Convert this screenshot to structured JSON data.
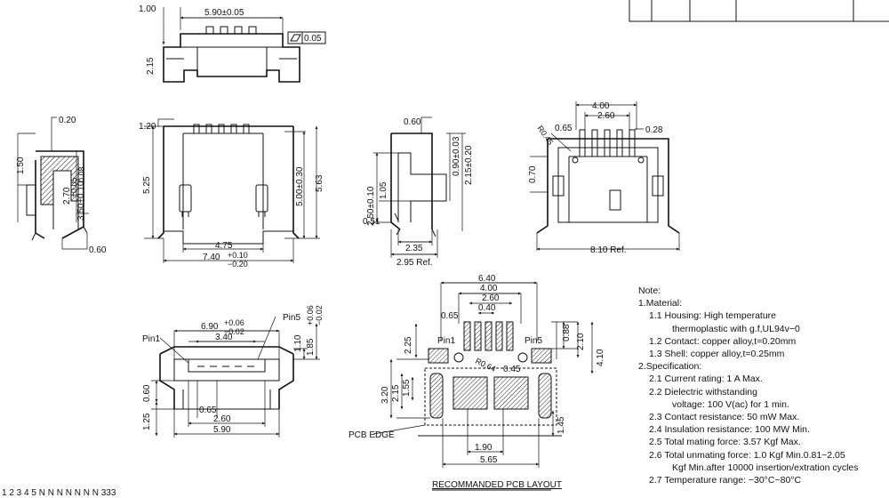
{
  "top_view": {
    "dims": [
      "1.00",
      "5.90±0.05",
      "2.15",
      "0.05"
    ]
  },
  "side_left_view": {
    "dims": [
      "0.20",
      "1.50",
      "2.70",
      "±0.05",
      "0.08",
      "3.50±0.10",
      "0.60"
    ]
  },
  "front_view": {
    "dims": [
      "1.20",
      "5.25",
      "5.00±0.30",
      "5.63",
      "4.75",
      "7.40",
      "+0.10",
      "−0.20"
    ]
  },
  "side_mid_view": {
    "dims": [
      "0.60",
      "2.50±0.10",
      "1.05",
      "0.51",
      "0.90±0.03",
      "2.15±0.20",
      "2.35",
      "2.95 Ref."
    ]
  },
  "rear_view": {
    "dims": [
      "4.00",
      "2.60",
      "0.65",
      "0.28",
      "R0.45",
      "0.70",
      "8.10 Ref."
    ]
  },
  "bottom_view": {
    "labels": [
      "Pin1",
      "Pin5"
    ],
    "dims": [
      "6.90",
      "+0.06",
      "−0.02",
      "3.40",
      "Pin5",
      "+0.06",
      "−0.02",
      "1.10",
      "1.85",
      "0.60",
      "0.65",
      "1.25",
      "2.60",
      "5.90"
    ]
  },
  "pcb_layout": {
    "labels": [
      "Pin1",
      "Pin5",
      "PCB EDGE"
    ],
    "title": "RECOMMANDED PCB LAYOUT",
    "dims": [
      "6.40",
      "4.00",
      "2.60",
      "0.40",
      "0.65",
      "2.25",
      "0.88",
      "2.10",
      "4.10",
      "R0.64",
      "0.45",
      "3.20",
      "2.15",
      "1.55",
      "1.45",
      "1.90",
      "5.65"
    ]
  },
  "footer_text": "1 2 3 4 5 N N N N N N N 333",
  "notes": {
    "heading": "Note:",
    "lines": [
      {
        "text": "1.Material:",
        "level": 0
      },
      {
        "text": "1.1  Housing: High temperature",
        "level": 1
      },
      {
        "text": "thermoplastic with g.f,UL94v−0",
        "level": 2
      },
      {
        "text": "1.2  Contact: copper alloy,t=0.20mm",
        "level": 1
      },
      {
        "text": "1.3  Shell: copper alloy,t=0.25mm",
        "level": 1
      },
      {
        "text": "2.Specification:",
        "level": 0
      },
      {
        "text": "2.1  Current rating: 1 A Max.",
        "level": 1
      },
      {
        "text": "2.2  Dielectric withstanding",
        "level": 1
      },
      {
        "text": "voltage: 100 V(ac) for 1 min.",
        "level": 2
      },
      {
        "text": "2.3  Contact resistance: 50 mW Max.",
        "level": 1
      },
      {
        "text": "2.4  Insulation resistance: 100 MW Min.",
        "level": 1
      },
      {
        "text": "2.5  Total mating force: 3.57 Kgf Max.",
        "level": 1
      },
      {
        "text": "2.6  Total unmating force: 1.0 Kgf Min.0.81~2.05",
        "level": 1
      },
      {
        "text": "Kgf Min.after 10000 insertion/extration cycles",
        "level": 2
      },
      {
        "text": "2.7  Temperature range: −30°C~80°C",
        "level": 1
      }
    ]
  }
}
